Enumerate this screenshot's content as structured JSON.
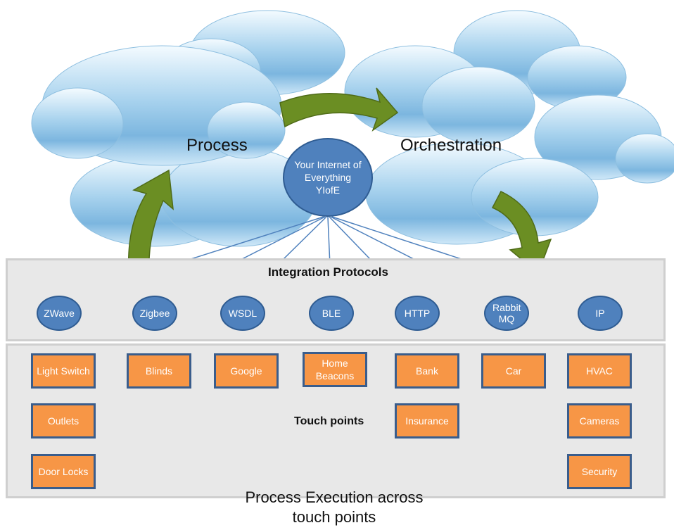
{
  "clouds": {
    "process_label": "Process",
    "orchestration_label": "Orchestration"
  },
  "hub": {
    "line1": "Your Internet of",
    "line2": "Everything",
    "line3": "YIofE"
  },
  "protocols": {
    "title": "Integration Protocols",
    "items": [
      "ZWave",
      "Zigbee",
      "WSDL",
      "BLE",
      "HTTP",
      "Rabbit MQ",
      "IP"
    ]
  },
  "touch_points": {
    "title": "Touch points",
    "items": [
      "Light Switch",
      "Blinds",
      "Google",
      "Home Beacons",
      "Bank",
      "Car",
      "HVAC",
      "Outlets",
      "Insurance",
      "Cameras",
      "Door Locks",
      "Security"
    ]
  },
  "caption": {
    "line1": "Process Execution across",
    "line2": "touch points"
  },
  "colors": {
    "cloud": "#a9d3ee",
    "node": "#4f81bd",
    "touch_point": "#f79646",
    "arrow": "#6b8e23",
    "connector": "#4f81bd"
  }
}
